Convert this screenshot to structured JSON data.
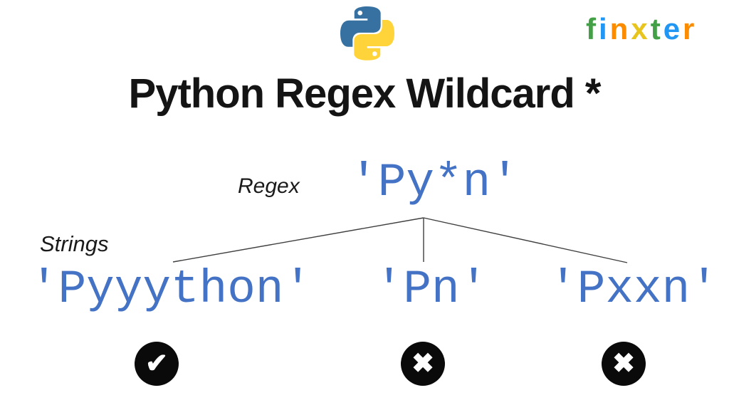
{
  "header": {
    "python_logo_colors": {
      "blue": "#3771A2",
      "yellow": "#FFD43B"
    },
    "brand": {
      "name": "finxter",
      "letters": [
        {
          "ch": "f",
          "color": "#43A047"
        },
        {
          "ch": "i",
          "color": "#2196F3"
        },
        {
          "ch": "n",
          "color": "#FB8C00"
        },
        {
          "ch": "x",
          "color": "#E8C51C"
        },
        {
          "ch": "t",
          "color": "#43A047"
        },
        {
          "ch": "e",
          "color": "#2196F3"
        },
        {
          "ch": "r",
          "color": "#FB8C00"
        }
      ]
    }
  },
  "title": "Python Regex Wildcard *",
  "diagram": {
    "regex_label": "Regex",
    "regex_value": "'Py*n'",
    "strings_label": "Strings",
    "candidates": [
      {
        "value": "'Pyyython'",
        "match": true,
        "result_glyph": "✔",
        "result_name": "match"
      },
      {
        "value": "'Pn'",
        "match": false,
        "result_glyph": "✖",
        "result_name": "no-match"
      },
      {
        "value": "'Pxxn'",
        "match": false,
        "result_glyph": "✖",
        "result_name": "no-match"
      }
    ]
  },
  "colors": {
    "code_blue": "#4472C4",
    "mark_background": "#0A0A0A",
    "mark_glyph": "#FFFFFF",
    "line": "#3F3F3F",
    "title_text": "#141414"
  }
}
